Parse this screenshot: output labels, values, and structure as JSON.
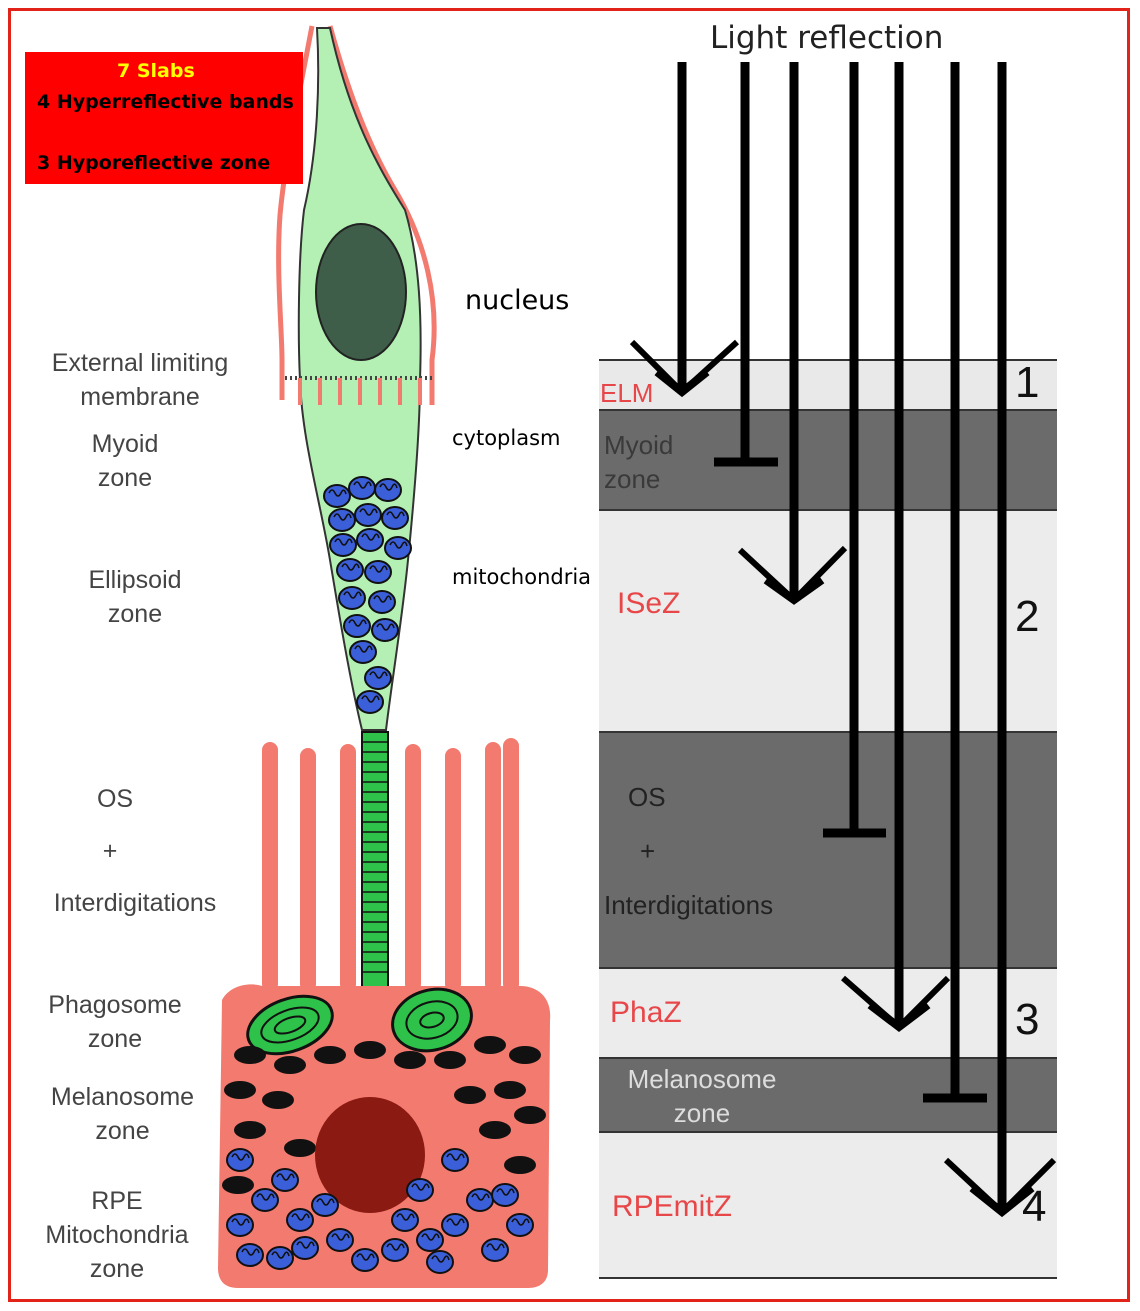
{
  "legend": {
    "line1": "7 Slabs",
    "line2": "4 Hyperreflective bands",
    "line3": "3  Hyporeflective zone"
  },
  "left_labels": {
    "elm": [
      "External limiting",
      "membrane"
    ],
    "myoid": [
      "Myoid",
      "zone"
    ],
    "ellipsoid": [
      "Ellipsoid",
      "zone"
    ],
    "os": [
      "OS",
      "+",
      "Interdigitations"
    ],
    "phagosome": [
      "Phagosome",
      "zone"
    ],
    "melanosome": [
      "Melanosome",
      "zone"
    ],
    "rpe": [
      "RPE",
      "Mitochondria",
      "zone"
    ]
  },
  "annotations": {
    "nucleus": "nucleus",
    "cytoplasm": "cytoplasm",
    "mitochondria": "mitochondria"
  },
  "light_title": "Light reflection",
  "bands": {
    "elm": "ELM",
    "myoid": [
      "Myoid",
      "zone"
    ],
    "isez": "ISeZ",
    "os": [
      "OS",
      "+",
      "Interdigitations"
    ],
    "phaz": "PhaZ",
    "melanosome": [
      "Melanosome",
      "zone"
    ],
    "rpemitz": "RPEmitZ"
  },
  "band_numbers": [
    "1",
    "2",
    "3",
    "4"
  ],
  "colors": {
    "frame": "#e2231a",
    "legend_bg": "#ff0000",
    "legend_title": "#ffff00",
    "cell_green": "#b4f0b4",
    "cell_red": "#f37a6f",
    "mitochondria": "#3b5fd9",
    "hyper_band": "#6b6b6b",
    "hypo_band": "#e9e9e9",
    "zone_red_text": "#e8474a"
  }
}
